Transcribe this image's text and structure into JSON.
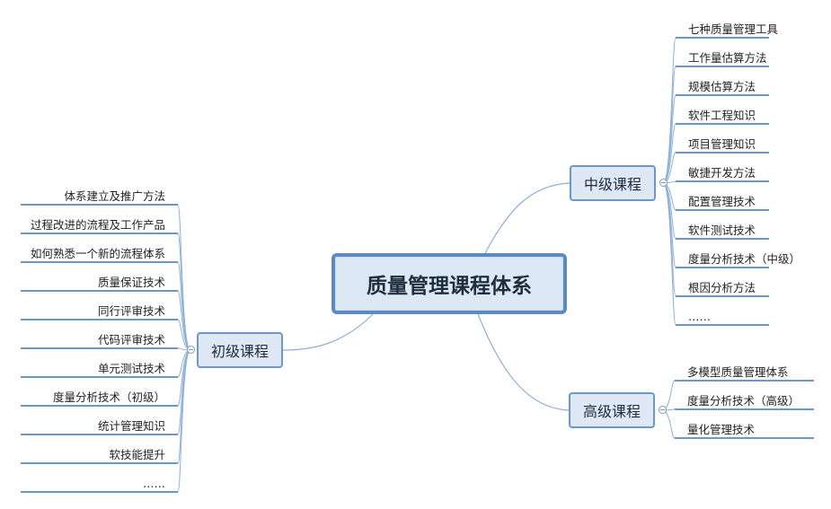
{
  "root": {
    "label": "质量管理课程体系"
  },
  "branches": [
    {
      "label": "中级课程",
      "items": [
        "七种质量管理工具",
        "工作量估算方法",
        "规模估算方法",
        "软件工程知识",
        "项目管理知识",
        "敏捷开发方法",
        "配置管理技术",
        "软件测试技术",
        "度量分析技术（中级）",
        "根因分析方法",
        "……"
      ]
    },
    {
      "label": "高级课程",
      "items": [
        "多模型质量管理体系",
        "度量分析技术（高级）",
        "量化管理技术"
      ]
    },
    {
      "label": "初级课程",
      "items": [
        "体系建立及推广方法",
        "过程改进的流程及工作产品",
        "如何熟悉一个新的流程体系",
        "质量保证技术",
        "同行评审技术",
        "代码评审技术",
        "单元测试技术",
        "度量分析技术（初级）",
        "统计管理知识",
        "软技能提升",
        "……"
      ]
    }
  ],
  "colors": {
    "line": "#6d97c8",
    "connector": "#8fb0d6",
    "node_fill": "#dfe9f5"
  }
}
